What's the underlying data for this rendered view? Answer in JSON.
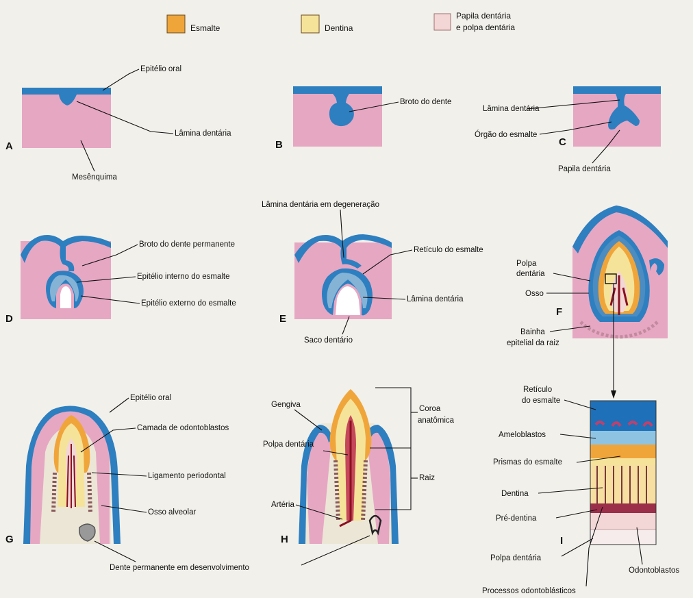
{
  "legend": [
    {
      "label": "Esmalte",
      "color": "#f0a53a"
    },
    {
      "label": "Dentina",
      "color": "#f6e39a"
    },
    {
      "label": "Papila dentária e polpa dentária",
      "line1": "Papila dentária",
      "line2": "e polpa dentária",
      "color": "#f3d6d6"
    }
  ],
  "colors": {
    "mesenchyme": "#e6a7c3",
    "epithelium": "#2d7fc0",
    "enamel": "#f0a53a",
    "dentin": "#f6e39a",
    "bone": "#ece6d6",
    "pulp_vessel": "#8a1020"
  },
  "panels": {
    "A": "A",
    "B": "B",
    "C": "C",
    "D": "D",
    "E": "E",
    "F": "F",
    "G": "G",
    "H": "H",
    "I": "I"
  },
  "labels": {
    "a_epitelio_oral": "Epitélio oral",
    "a_lamina_dentaria": "Lâmina dentária",
    "a_mesenquima": "Mesênquima",
    "b_broto_dente": "Broto do dente",
    "c_lamina_dentaria": "Lâmina dentária",
    "c_orgao_esmalte": "Órgão do esmalte",
    "c_papila_dentaria": "Papila dentária",
    "d_broto_permanente": "Broto do dente permanente",
    "d_epitelio_interno": "Epitélio interno do esmalte",
    "d_epitelio_externo": "Epitélio externo do esmalte",
    "e_lamina_degeneracao": "Lâmina dentária em degeneração",
    "e_reticulo": "Retículo do esmalte",
    "e_lamina_dentaria": "Lâmina dentária",
    "e_saco_dentario": "Saco dentário",
    "f_polpa_line1": "Polpa",
    "f_polpa_line2": "dentária",
    "f_osso": "Osso",
    "f_bainha_line1": "Bainha",
    "f_bainha_line2": "epitelial da raiz",
    "g_epitelio_oral": "Epitélio oral",
    "g_camada_odontoblastos": "Camada de odontoblastos",
    "g_ligamento": "Ligamento periodontal",
    "g_osso_alveolar": "Osso alveolar",
    "g_dente_permanente": "Dente permanente em desenvolvimento",
    "h_gengiva": "Gengiva",
    "h_polpa": "Polpa dentária",
    "h_arteria": "Artéria",
    "h_coroa_line1": "Coroa",
    "h_coroa_line2": "anatômica",
    "h_raiz": "Raiz",
    "i_reticulo_line1": "Retículo",
    "i_reticulo_line2": "do esmalte",
    "i_ameloblastos": "Ameloblastos",
    "i_prismas": "Prismas do esmalte",
    "i_dentina": "Dentina",
    "i_pre_dentina": "Pré-dentina",
    "i_polpa": "Polpa dentária",
    "i_odontoblastos": "Odontoblastos",
    "i_processos": "Processos odontoblásticos"
  }
}
